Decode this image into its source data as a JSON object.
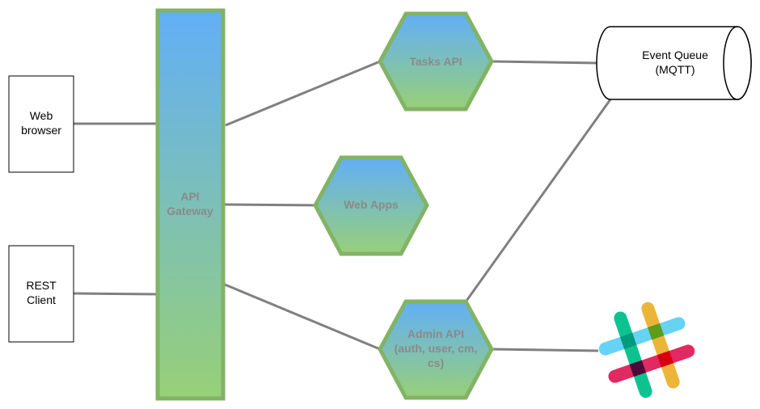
{
  "diagram": {
    "colors": {
      "node_fill_top": "#62aff8",
      "node_fill_bottom": "#97d077",
      "node_stroke": "#82b366",
      "edge": "#808080",
      "muted_text": "#8a8a8a"
    },
    "nodes": {
      "web_browser": {
        "line1": "Web",
        "line2": "browser"
      },
      "rest_client": {
        "line1": "REST",
        "line2": "Client"
      },
      "api_gateway": {
        "line1": "API",
        "line2": "Gateway"
      },
      "tasks_api": {
        "line1": "Tasks API"
      },
      "web_apps": {
        "line1": "Web Apps"
      },
      "admin_api": {
        "line1": "Admin API",
        "line2": "(auth, user, cm,",
        "line3": "cs)"
      },
      "event_queue": {
        "line1": "Event Queue",
        "line2": "(MQTT)"
      },
      "slack": {
        "icon": "slack-logo"
      }
    },
    "edges": [
      {
        "from": "Web browser",
        "to": "API Gateway"
      },
      {
        "from": "REST Client",
        "to": "API Gateway"
      },
      {
        "from": "API Gateway",
        "to": "Tasks API"
      },
      {
        "from": "API Gateway",
        "to": "Web Apps"
      },
      {
        "from": "API Gateway",
        "to": "Admin API"
      },
      {
        "from": "Tasks API",
        "to": "Event Queue"
      },
      {
        "from": "Admin API",
        "to": "Event Queue"
      },
      {
        "from": "Admin API",
        "to": "Slack"
      }
    ]
  }
}
